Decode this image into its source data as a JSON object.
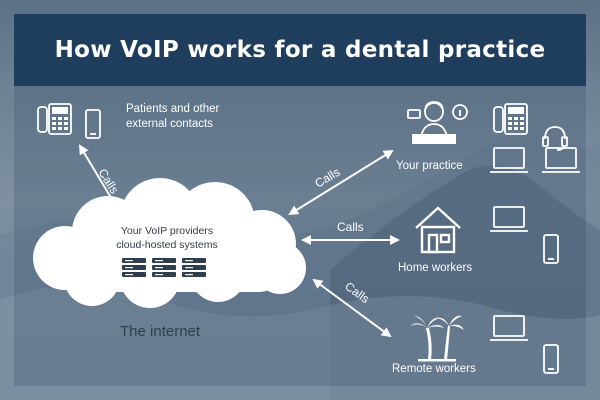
{
  "title": "How VoIP works for a dental practice",
  "nodes": {
    "external_contacts": "Patients and other external contacts",
    "provider": "Your VoIP providers cloud-hosted systems",
    "internet": "The internet",
    "practice": "Your practice",
    "home": "Home workers",
    "remote": "Remote workers"
  },
  "edges": {
    "calls_external": "Calls",
    "calls_practice": "Calls",
    "calls_home": "Calls",
    "calls_remote": "Calls"
  },
  "icons": {
    "external": [
      "desk-phone-icon",
      "mobile-phone-icon"
    ],
    "practice": [
      "receptionist-icon",
      "desk-phone-icon",
      "headset-icon",
      "laptop-icon",
      "laptop-icon"
    ],
    "home": [
      "house-icon",
      "laptop-icon",
      "mobile-phone-icon"
    ],
    "remote": [
      "palm-trees-icon",
      "laptop-icon",
      "mobile-phone-icon"
    ],
    "provider": [
      "server-icon"
    ]
  },
  "colors": {
    "header": "#1f3d5c",
    "text": "#ffffff",
    "cloud": "#ffffff",
    "cloud_text": "#2f3e4d"
  }
}
